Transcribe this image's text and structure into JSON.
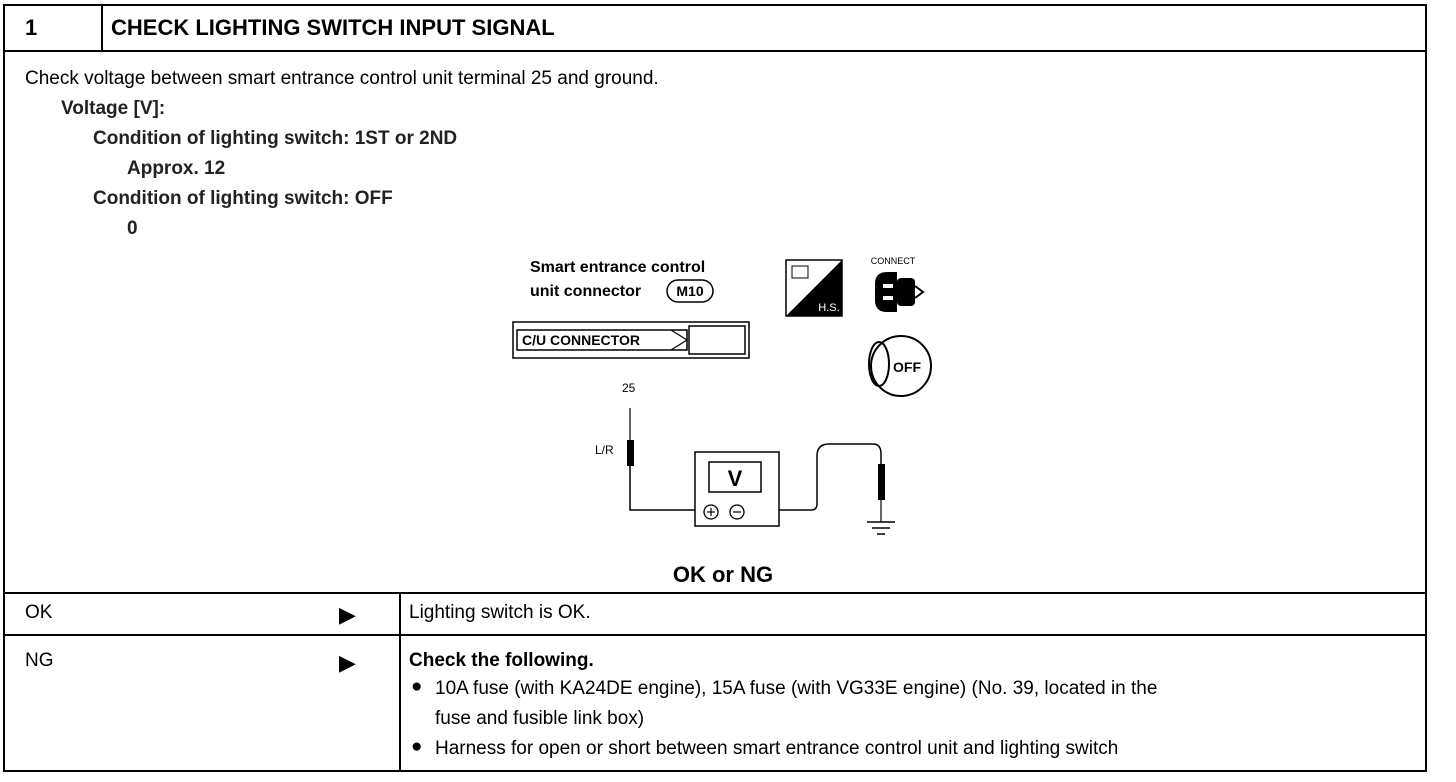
{
  "header": {
    "step": "1",
    "title": "CHECK LIGHTING SWITCH INPUT SIGNAL"
  },
  "instructions": {
    "line1": "Check voltage between smart entrance control unit terminal 25 and ground.",
    "voltage_label": "Voltage [V]:",
    "cond1": "Condition of lighting switch: 1ST or 2ND",
    "cond1_value": "Approx. 12",
    "cond2": "Condition of lighting switch: OFF",
    "cond2_value": "0"
  },
  "diagram": {
    "caption_line1": "Smart entrance control",
    "caption_line2": "unit connector",
    "connector_id": "M10",
    "connector_label": "C/U CONNECTOR",
    "terminal": "25",
    "wire_color": "L/R",
    "meter_label": "V",
    "hs_label": "H.S.",
    "connect_label": "CONNECT",
    "off_label": "OFF",
    "result_question": "OK or NG"
  },
  "results": [
    {
      "status": "OK",
      "arrow": "▶",
      "action": "Lighting switch is OK."
    },
    {
      "status": "NG",
      "arrow": "▶",
      "action_title": "Check the following.",
      "bullets": [
        "10A fuse (with KA24DE engine), 15A fuse (with VG33E engine) (No. 39, located in the",
        "fuse and fusible link box)",
        "Harness for open or short between smart entrance control unit and lighting switch"
      ]
    }
  ],
  "colors": {
    "ink": "#000000",
    "paper": "#ffffff"
  }
}
